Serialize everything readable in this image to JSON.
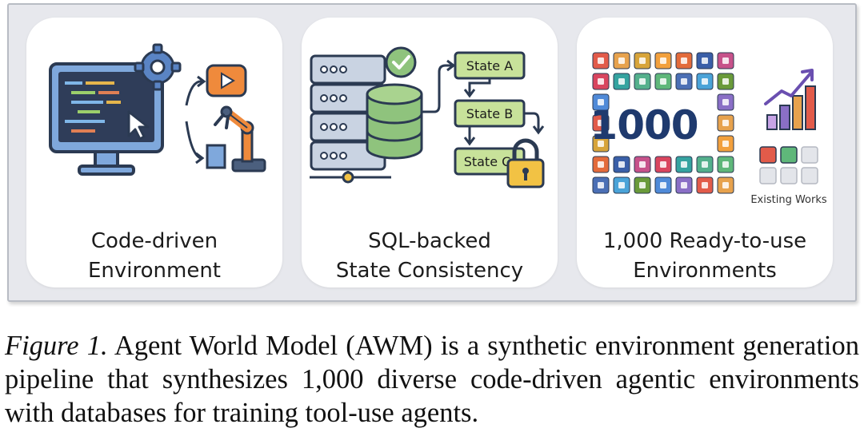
{
  "figure": {
    "panels": [
      {
        "line1": "Code-driven",
        "line2": "Environment"
      },
      {
        "line1": "SQL-backed",
        "line2": "State Consistency",
        "states": [
          "State A",
          "State B",
          "State C"
        ]
      },
      {
        "line1": "1,000 Ready-to-use",
        "line2": "Environments",
        "big_number": "1000",
        "existing_label": "Existing Works"
      }
    ]
  },
  "caption": {
    "label": "Figure 1.",
    "text": "Agent World Model (AWM) is a synthetic environment generation pipeline that synthesizes 1,000 diverse code-driven agentic environments with databases for training tool-use agents."
  },
  "colors": {
    "frame": "#e7e8ed",
    "monitor_blue": "#7fa8dc",
    "screen_dark": "#2f3d59",
    "orange": "#ef8a3c",
    "state_green": "#c8e29a",
    "lock_yellow": "#f2c244",
    "db_green": "#8fc37d",
    "bar_purple": "#8a6fc6",
    "bar_red": "#e25b4a"
  },
  "icons": [
    "gear-icon",
    "play-icon",
    "robot-arm-icon",
    "cursor-icon",
    "server-icon",
    "database-icon",
    "checkmark-icon",
    "lock-icon",
    "growth-chart-icon",
    "app-icon-grid"
  ]
}
